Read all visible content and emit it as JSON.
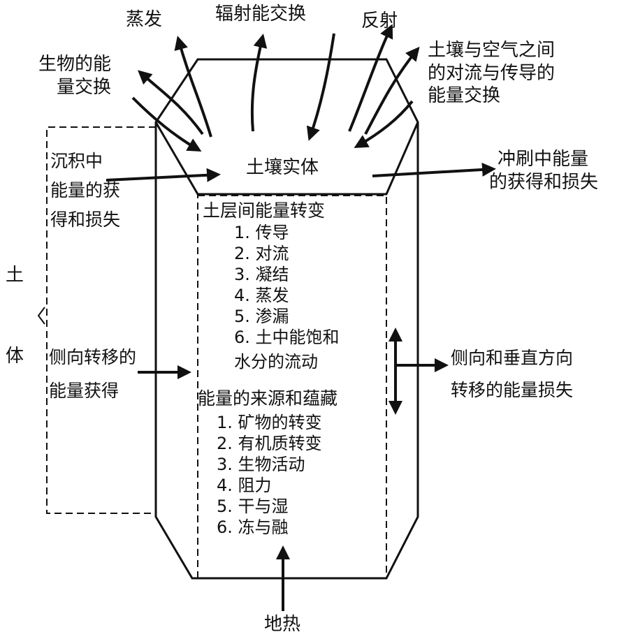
{
  "labels": {
    "evaporation_top": "蒸发",
    "radiation_exchange": "辐射能交换",
    "reflection": "反射",
    "bio_energy_line1": "生物的能",
    "bio_energy_line2": "量交换",
    "convection_line1": "土壤与空气之间",
    "convection_line2": "的对流与传导的",
    "convection_line3": "能量交换",
    "deposition_line1": "沉积中",
    "deposition_line2": "能量的获",
    "deposition_line3": "得和损失",
    "soil_body_char1": "土",
    "soil_body_char2": "体",
    "soil_solid": "土壤实体",
    "scour_line1": "冲刷中能量",
    "scour_line2": "的获得和损失",
    "lateral_gain_line1": "侧向转移的",
    "lateral_gain_line2": "能量获得",
    "lateral_loss_line1": "侧向和垂直方向",
    "lateral_loss_line2": "转移的能量损失",
    "geothermal": "地热"
  },
  "transform": {
    "title": "土层间能量转变",
    "items": [
      "1. 传导",
      "2. 对流",
      "3. 凝结",
      "4. 蒸发",
      "5. 渗漏",
      "6. 土中能饱和",
      "水分的流动"
    ]
  },
  "sources": {
    "title": "能量的来源和蕴藏",
    "items": [
      "1. 矿物的转变",
      "2. 有机质转变",
      "3. 生物活动",
      "4. 阻力",
      "5. 干与湿",
      "6. 冻与融"
    ]
  }
}
